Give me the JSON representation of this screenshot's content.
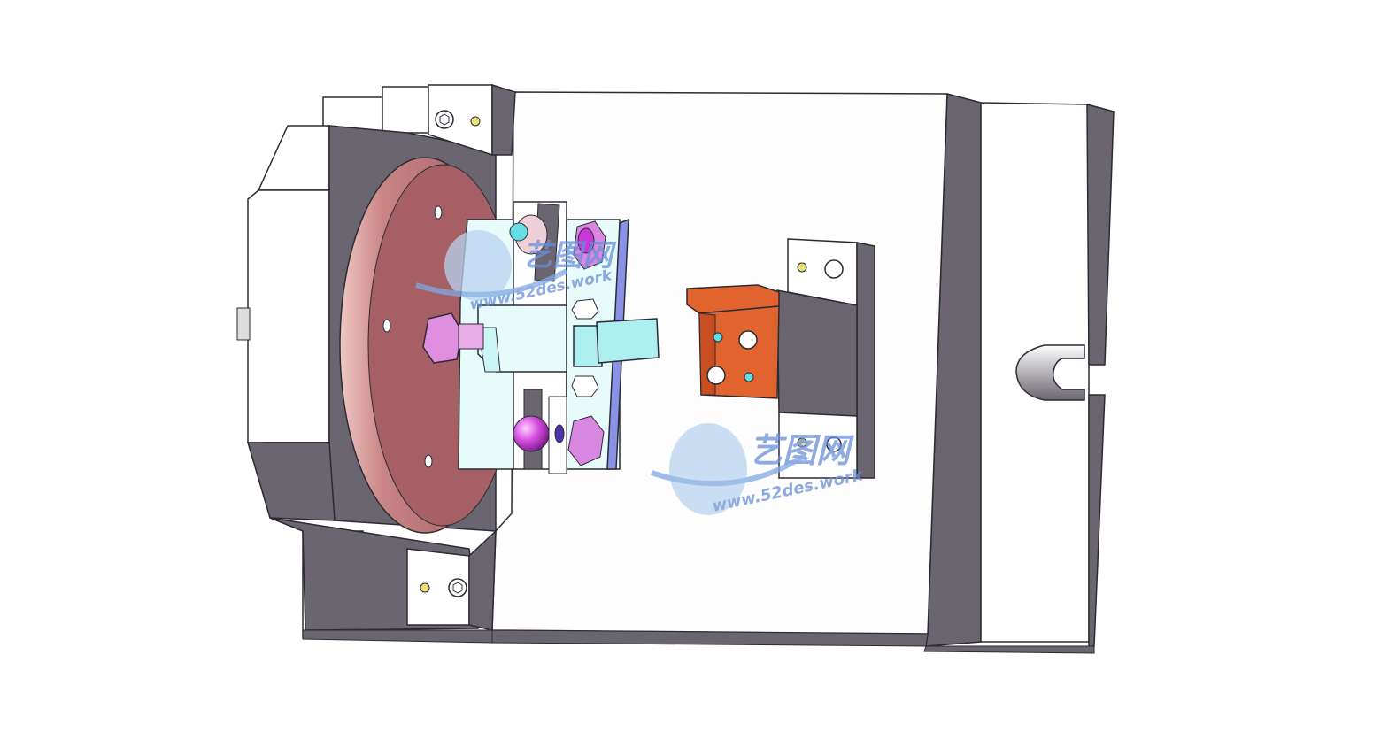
{
  "scene": {
    "kind": "3D CAD assembly render (fixture on base plate)",
    "colors": {
      "background": "#ffffff",
      "plate_face": "#fdfdfd",
      "plate_side": "#6b6570",
      "plate_edge": "#2b2b33",
      "flange": "#a65f64",
      "flange_rim": "#e9b9b7",
      "orange_block": "#e1642f",
      "cyan_part": "#aeeff0",
      "pink_part": "#e08ee0",
      "magenta_ball": "#c838d8",
      "blue_plate": "#8a92e8",
      "washer_yellow": "#e9e27a"
    }
  },
  "watermarks": [
    {
      "cn_text": "艺图网",
      "url_text": "www.52des.work"
    },
    {
      "cn_text": "艺图网",
      "url_text": "www.52des.work"
    }
  ]
}
